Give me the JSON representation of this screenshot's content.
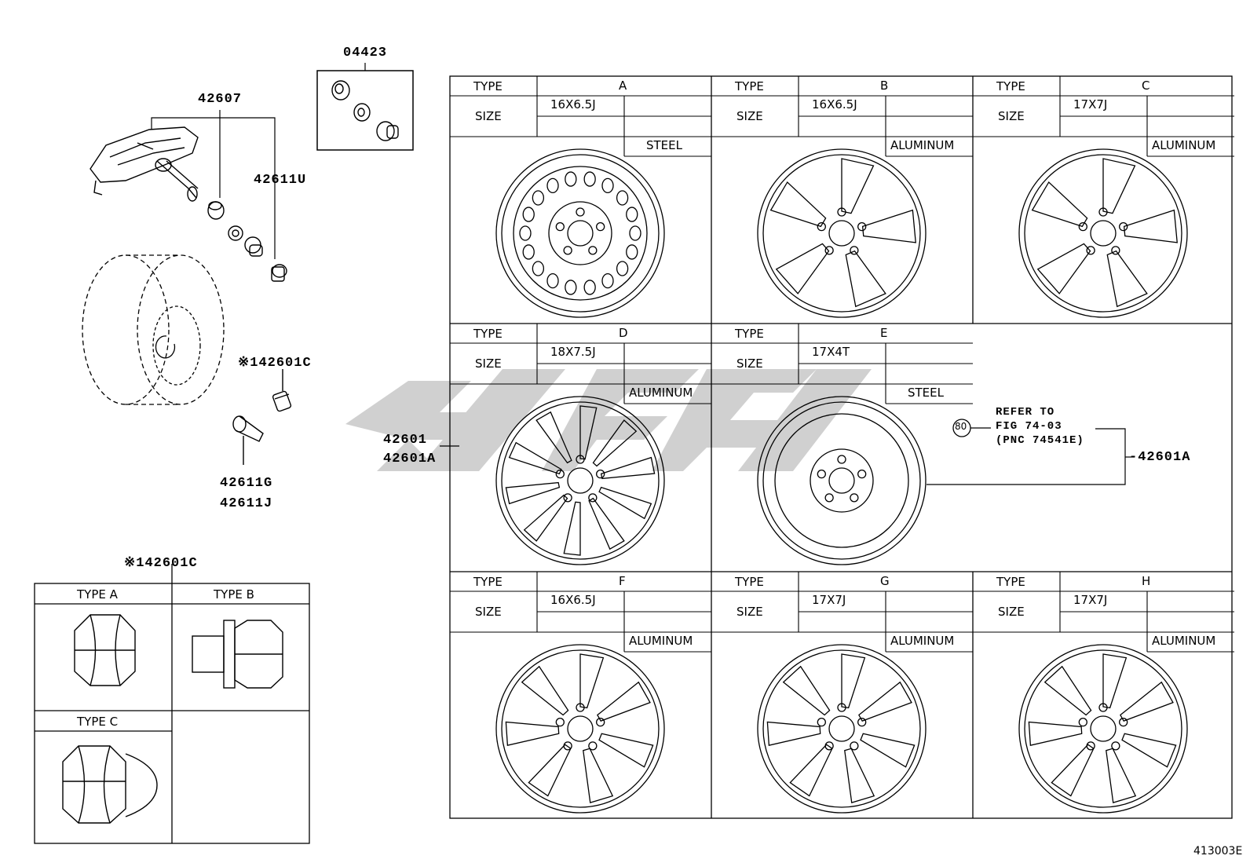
{
  "parts": {
    "p04423": "04423",
    "p42607": "42607",
    "p42611U": "42611U",
    "p42601C_top": "※142601C",
    "p42611G": "42611G",
    "p42611J": "42611J",
    "p42601": "42601",
    "p42601A_left": "42601A",
    "p42601A_right": "-42601A",
    "p42601C_bottom": "※142601C"
  },
  "refer": {
    "badge": "80",
    "line1": "REFER TO",
    "line2": "FIG 74-03",
    "line3": "(PNC 74541E)"
  },
  "nut_types": {
    "a": "TYPE A",
    "b": "TYPE B",
    "c": "TYPE C"
  },
  "wheels": [
    {
      "type_label": "TYPE",
      "size_label": "SIZE",
      "type": "A",
      "size": "16X6.5J",
      "material": "STEEL"
    },
    {
      "type_label": "TYPE",
      "size_label": "SIZE",
      "type": "B",
      "size": "16X6.5J",
      "material": "ALUMINUM"
    },
    {
      "type_label": "TYPE",
      "size_label": "SIZE",
      "type": "C",
      "size": "17X7J",
      "material": "ALUMINUM"
    },
    {
      "type_label": "TYPE",
      "size_label": "SIZE",
      "type": "D",
      "size": "18X7.5J",
      "material": "ALUMINUM"
    },
    {
      "type_label": "TYPE",
      "size_label": "SIZE",
      "type": "E",
      "size": "17X4T",
      "material": "STEEL"
    },
    {
      "type_label": "TYPE",
      "size_label": "SIZE",
      "type": "F",
      "size": "16X6.5J",
      "material": "ALUMINUM"
    },
    {
      "type_label": "TYPE",
      "size_label": "SIZE",
      "type": "G",
      "size": "17X7J",
      "material": "ALUMINUM"
    },
    {
      "type_label": "TYPE",
      "size_label": "SIZE",
      "type": "H",
      "size": "17X7J",
      "material": "ALUMINUM"
    }
  ],
  "diagram_id": "413003E"
}
